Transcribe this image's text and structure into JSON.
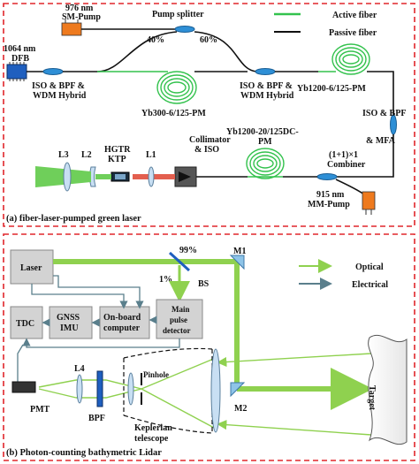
{
  "panel_a": {
    "caption": "(a) fiber-laser-pumped green laser",
    "legend": {
      "active": "Active fiber",
      "passive": "Passive fiber"
    },
    "labels": {
      "pump976_l1": "976 nm",
      "pump976_l2": "SM-Pump",
      "pump_splitter": "Pump splitter",
      "pct40": "40%",
      "pct60": "60%",
      "dfb_l1": "1064 nm",
      "dfb_l2": "DFB",
      "iso1_l1": "ISO & BPF &",
      "iso1_l2": "WDM Hybrid",
      "yb300_l1": "Yb300-6/125-PM",
      "iso2_l1": "ISO & BPF &",
      "iso2_l2": "WDM Hybrid",
      "yb1200a": "Yb1200-6/125-PM",
      "mfa_l1": "ISO & BPF",
      "mfa_l2": "& MFA",
      "yb1200b_l1": "Yb1200-20/125DC-",
      "yb1200b_l2": "PM",
      "comb_l1": "(1+1)×1",
      "comb_l2": "Combiner",
      "pump915_l1": "915 nm",
      "pump915_l2": "MM-Pump",
      "colli_l1": "Collimator",
      "colli_l2": "& ISO",
      "hgtr_l1": "HGTR",
      "hgtr_l2": "KTP",
      "l1": "L1",
      "l2": "L2",
      "l3": "L3"
    },
    "colors": {
      "active": "#33c24d",
      "passive": "#111111",
      "frame": "#e0262b",
      "pump": "#ee7a1e",
      "dfb": "#1f5fbf"
    }
  },
  "panel_b": {
    "caption": "(b) Photon-counting bathymetric Lidar",
    "legend": {
      "optical": "Optical",
      "electrical": "Electrical"
    },
    "labels": {
      "laser": "Laser",
      "pct99": "99%",
      "pct1": "1%",
      "bs": "BS",
      "m1": "M1",
      "m2": "M2",
      "tdc": "TDC",
      "gnss_l1": "GNSS",
      "gnss_l2": "IMU",
      "onboard_l1": "On-board",
      "onboard_l2": "computer",
      "mpd_l1": "Main",
      "mpd_l2": "pulse",
      "mpd_l3": "detector",
      "l4": "L4",
      "pinhole": "Pinhole",
      "pmt": "PMT",
      "bpf": "BPF",
      "kep_l1": "Keplerian",
      "kep_l2": "telescope",
      "target": "Target"
    },
    "colors": {
      "optical": "#8fd14f",
      "electrical": "#5a7f8c",
      "frame": "#e0262b",
      "box": "#d3d3d3"
    }
  }
}
